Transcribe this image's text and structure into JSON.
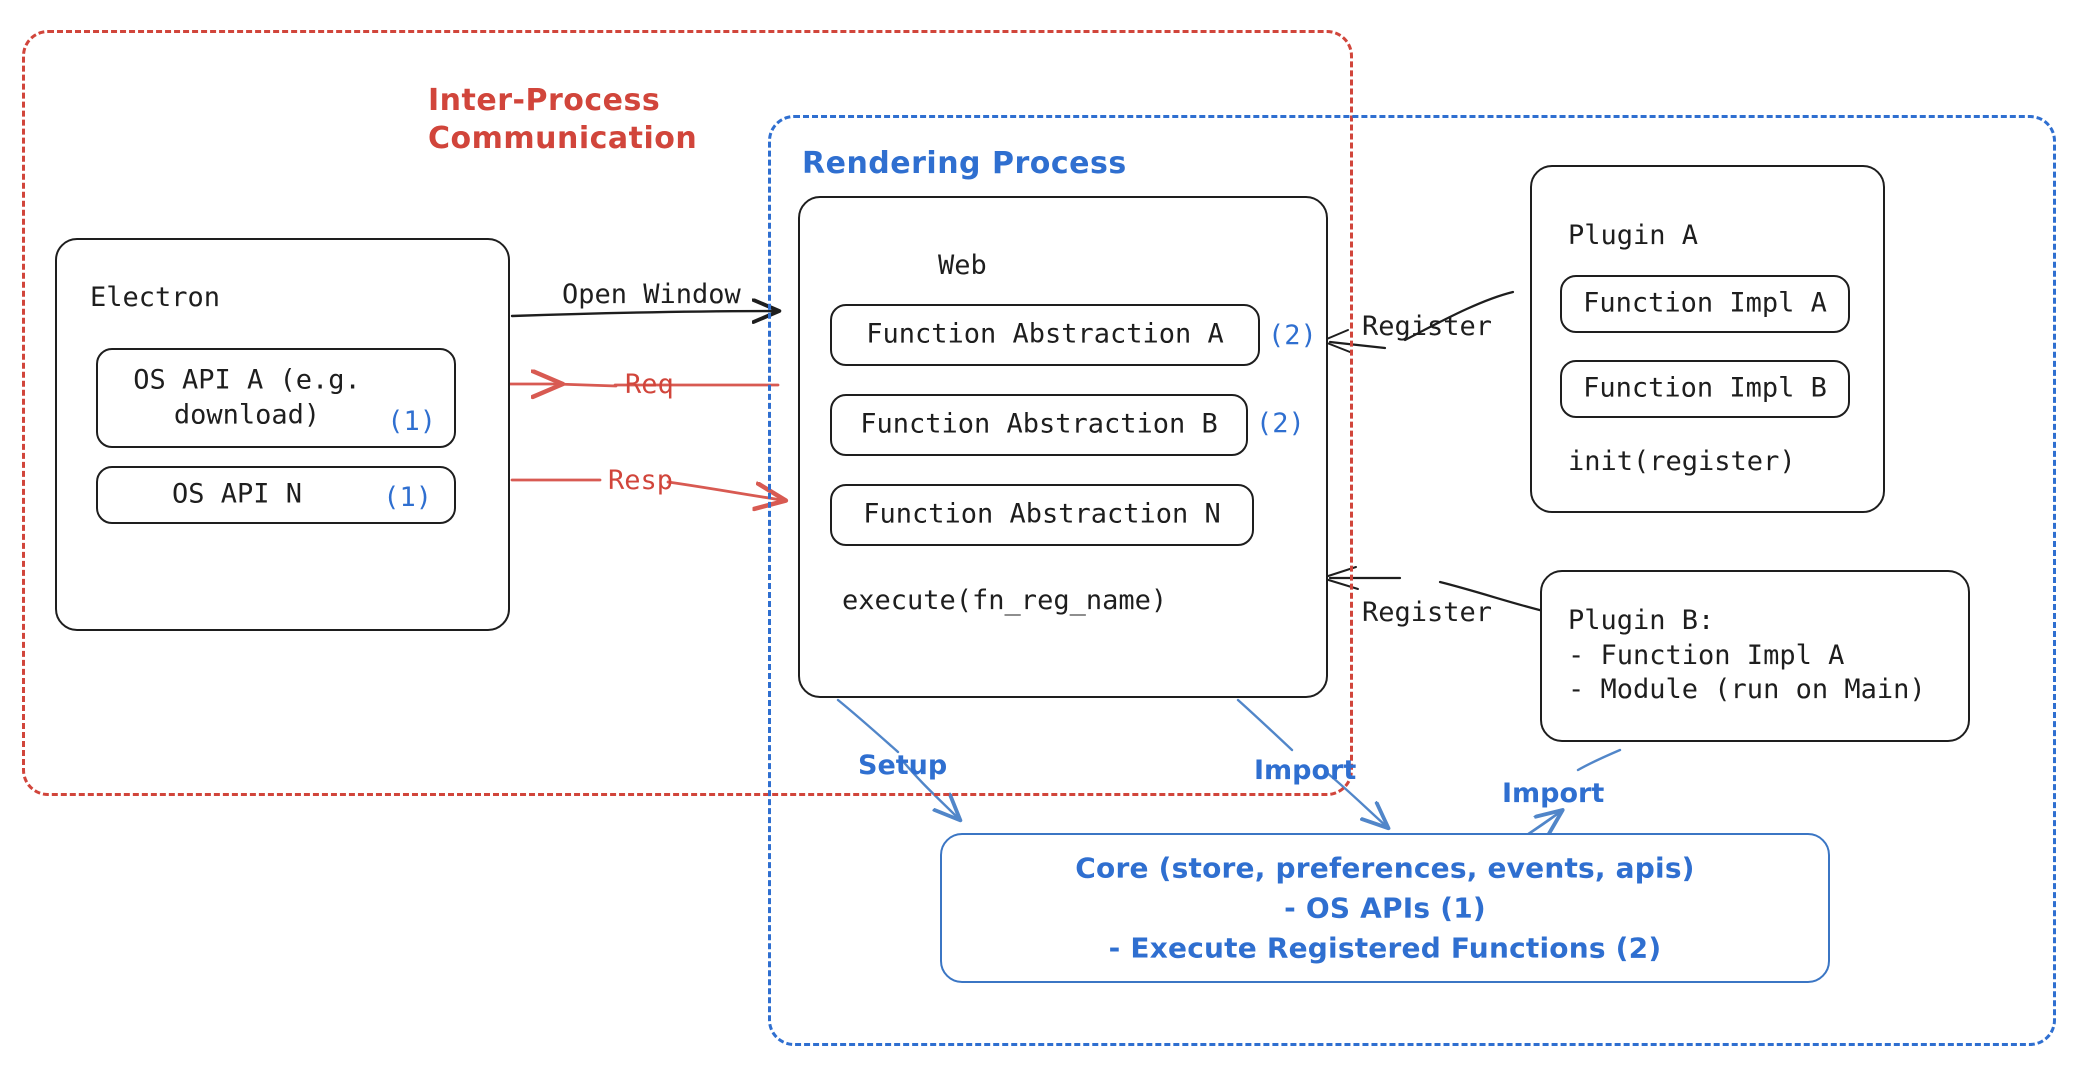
{
  "diagram": {
    "title": "Electron plugin architecture",
    "colors": {
      "ipc_red": "#d1453b",
      "process_blue": "#2f6fd0",
      "core_blue": "#3b76c4",
      "stroke_black": "#1e1e1e",
      "background": "#ffffff"
    }
  },
  "zones": {
    "ipc": {
      "label": "Inter-Process\nCommunication",
      "color": "#d1453b"
    },
    "rendering": {
      "label": "Rendering Process",
      "color": "#2f6fd0"
    }
  },
  "electron": {
    "label": "Electron",
    "apis": [
      {
        "name": "OS API A (e.g.\ndownload)",
        "step": "(1)"
      },
      {
        "name": "OS API N",
        "step": "(1)"
      }
    ]
  },
  "web": {
    "label": "Web",
    "abstractions": [
      {
        "name": "Function Abstraction A",
        "step": "(2)"
      },
      {
        "name": "Function Abstraction B",
        "step": "(2)"
      },
      {
        "name": "Function Abstraction N",
        "step": ""
      }
    ],
    "method": "execute(fn_reg_name)"
  },
  "plugin_a": {
    "label": "Plugin A",
    "functions": [
      "Function Impl A",
      "Function Impl B"
    ],
    "method": "init(register)"
  },
  "plugin_b": {
    "label": "Plugin B:\n- Function Impl A\n- Module (run on Main)"
  },
  "core": {
    "text": "Core (store, preferences, events, apis)\n- OS APIs (1)\n- Execute Registered Functions (2)"
  },
  "edges": {
    "open_window": "Open Window",
    "req": "Req",
    "resp": "Resp",
    "register_a": "Register",
    "register_b": "Register",
    "setup": "Setup",
    "import_web": "Import",
    "import_plugin": "Import"
  }
}
